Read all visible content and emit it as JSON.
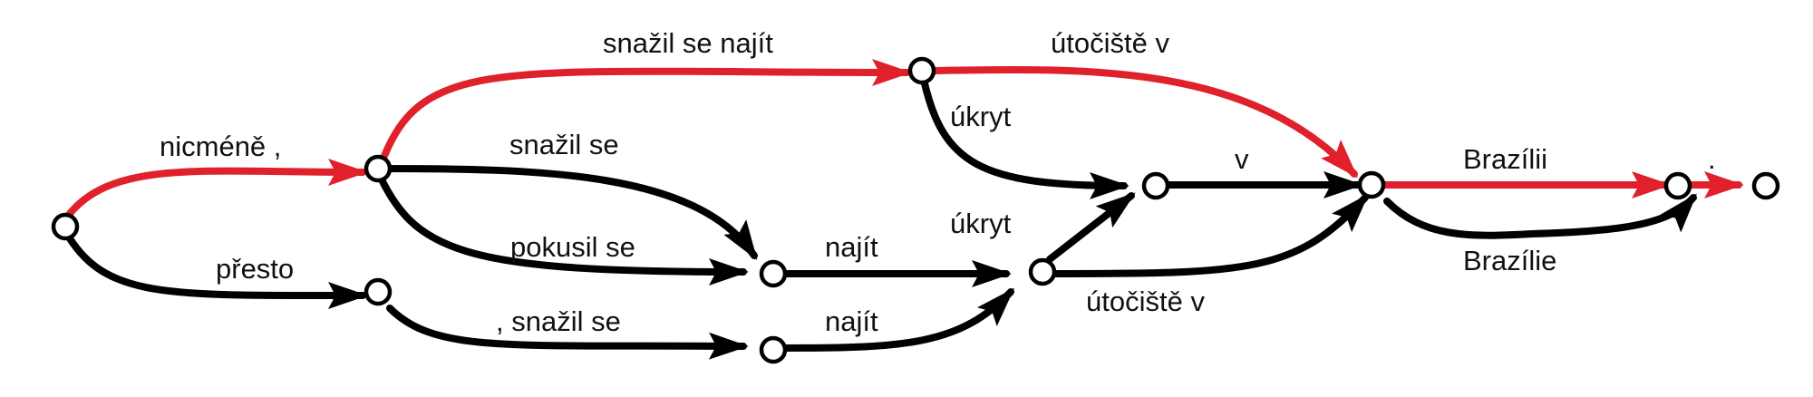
{
  "colors": {
    "highlight_path": "#e0202a",
    "default_path": "#000000",
    "node_fill": "#ffffff"
  },
  "edges": [
    {
      "id": "e1",
      "label": "nicméně ,",
      "highlighted": true
    },
    {
      "id": "e2",
      "label": "přesto",
      "highlighted": false
    },
    {
      "id": "e3",
      "label": "snažil se najít",
      "highlighted": true
    },
    {
      "id": "e4",
      "label": "snažil se",
      "highlighted": false
    },
    {
      "id": "e5",
      "label": "pokusil se",
      "highlighted": false
    },
    {
      "id": "e6",
      "label": ", snažil se",
      "highlighted": false
    },
    {
      "id": "e7",
      "label": "najít",
      "highlighted": false
    },
    {
      "id": "e8",
      "label": "najít",
      "highlighted": false
    },
    {
      "id": "e9",
      "label": "útočiště v",
      "highlighted": true
    },
    {
      "id": "e10",
      "label": "úkryt",
      "highlighted": false
    },
    {
      "id": "e11",
      "label": "úkryt",
      "highlighted": false
    },
    {
      "id": "e12",
      "label": "útočiště v",
      "highlighted": false
    },
    {
      "id": "e13",
      "label": "v",
      "highlighted": false
    },
    {
      "id": "e14",
      "label": "Brazílii",
      "highlighted": true
    },
    {
      "id": "e15",
      "label": "Brazílie",
      "highlighted": false
    },
    {
      "id": "e16",
      "label": ".",
      "highlighted": true
    }
  ]
}
